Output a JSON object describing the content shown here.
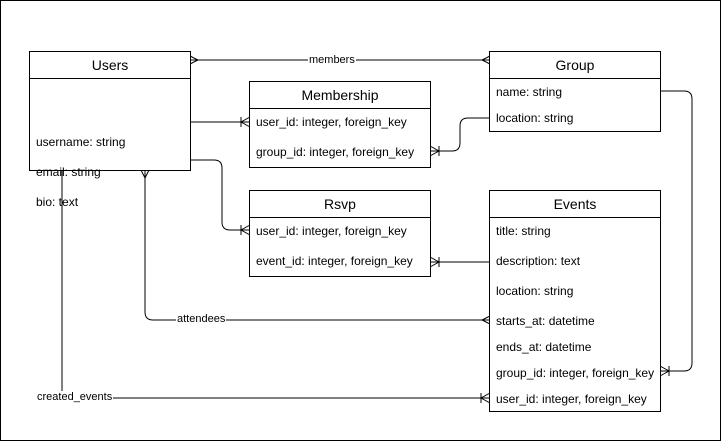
{
  "entities": {
    "users": {
      "name": "Users",
      "fields": [
        "username: string",
        "email: string",
        "bio: text"
      ]
    },
    "membership": {
      "name": "Membership",
      "fields": [
        "user_id: integer, foreign_key",
        "group_id: integer, foreign_key"
      ]
    },
    "group": {
      "name": "Group",
      "fields": [
        "name: string",
        "location: string"
      ]
    },
    "rsvp": {
      "name": "Rsvp",
      "fields": [
        "user_id: integer, foreign_key",
        "event_id: integer, foreign_key"
      ]
    },
    "events": {
      "name": "Events",
      "fields": [
        "title: string",
        "description: text",
        "location: string",
        "starts_at: datetime",
        "ends_at: datetime",
        "group_id: integer, foreign_key",
        "user_id: integer, foreign_key"
      ]
    }
  },
  "relationships": {
    "members": "members",
    "attendees": "attendees",
    "created_events": "created_events"
  }
}
